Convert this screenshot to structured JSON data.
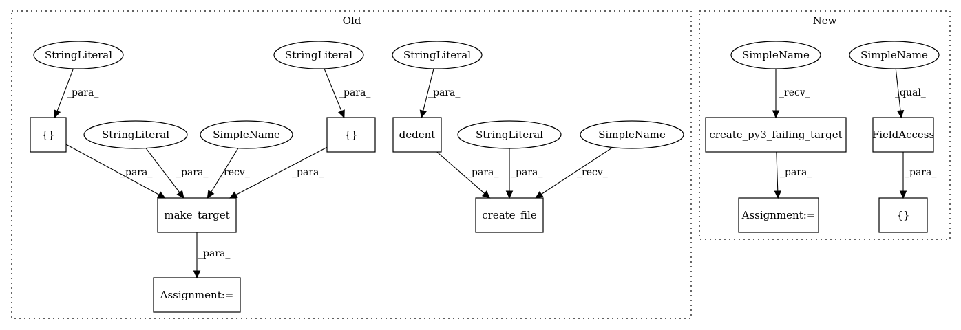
{
  "clusters": [
    {
      "id": "old",
      "label": "Old"
    },
    {
      "id": "new",
      "label": "New"
    }
  ],
  "nodes": [
    {
      "id": "o_sl1",
      "label": "StringLiteral",
      "shape": "ellipse"
    },
    {
      "id": "o_sl2",
      "label": "StringLiteral",
      "shape": "ellipse"
    },
    {
      "id": "o_sl3",
      "label": "StringLiteral",
      "shape": "ellipse"
    },
    {
      "id": "o_br1",
      "label": "{}",
      "shape": "box"
    },
    {
      "id": "o_sl4",
      "label": "StringLiteral",
      "shape": "ellipse"
    },
    {
      "id": "o_sn1",
      "label": "SimpleName",
      "shape": "ellipse"
    },
    {
      "id": "o_br2",
      "label": "{}",
      "shape": "box"
    },
    {
      "id": "o_dedent",
      "label": "dedent",
      "shape": "box"
    },
    {
      "id": "o_sl5",
      "label": "StringLiteral",
      "shape": "ellipse"
    },
    {
      "id": "o_sn2",
      "label": "SimpleName",
      "shape": "ellipse"
    },
    {
      "id": "o_make",
      "label": "make_target",
      "shape": "box"
    },
    {
      "id": "o_create",
      "label": "create_file",
      "shape": "box"
    },
    {
      "id": "o_assign",
      "label": "Assignment:=",
      "shape": "box"
    },
    {
      "id": "n_sn1",
      "label": "SimpleName",
      "shape": "ellipse"
    },
    {
      "id": "n_sn2",
      "label": "SimpleName",
      "shape": "ellipse"
    },
    {
      "id": "n_cpft",
      "label": "create_py3_failing_target",
      "shape": "box"
    },
    {
      "id": "n_fa",
      "label": "FieldAccess",
      "shape": "box"
    },
    {
      "id": "n_assign",
      "label": "Assignment:=",
      "shape": "box"
    },
    {
      "id": "n_br",
      "label": "{}",
      "shape": "box"
    }
  ],
  "edges": [
    {
      "from": "o_sl1",
      "to": "o_br1",
      "label": "_para_"
    },
    {
      "from": "o_sl2",
      "to": "o_br2",
      "label": "_para_"
    },
    {
      "from": "o_sl3",
      "to": "o_dedent",
      "label": "_para_"
    },
    {
      "from": "o_br1",
      "to": "o_make",
      "label": "_para_"
    },
    {
      "from": "o_sl4",
      "to": "o_make",
      "label": "_para_"
    },
    {
      "from": "o_sn1",
      "to": "o_make",
      "label": "_recv_"
    },
    {
      "from": "o_br2",
      "to": "o_make",
      "label": "_para_"
    },
    {
      "from": "o_dedent",
      "to": "o_create",
      "label": "_para_"
    },
    {
      "from": "o_sl5",
      "to": "o_create",
      "label": "_para_"
    },
    {
      "from": "o_sn2",
      "to": "o_create",
      "label": "_recv_"
    },
    {
      "from": "o_make",
      "to": "o_assign",
      "label": "_para_"
    },
    {
      "from": "n_sn1",
      "to": "n_cpft",
      "label": "_recv_"
    },
    {
      "from": "n_sn2",
      "to": "n_fa",
      "label": "_qual_"
    },
    {
      "from": "n_cpft",
      "to": "n_assign",
      "label": "_para_"
    },
    {
      "from": "n_fa",
      "to": "n_br",
      "label": "_para_"
    }
  ]
}
